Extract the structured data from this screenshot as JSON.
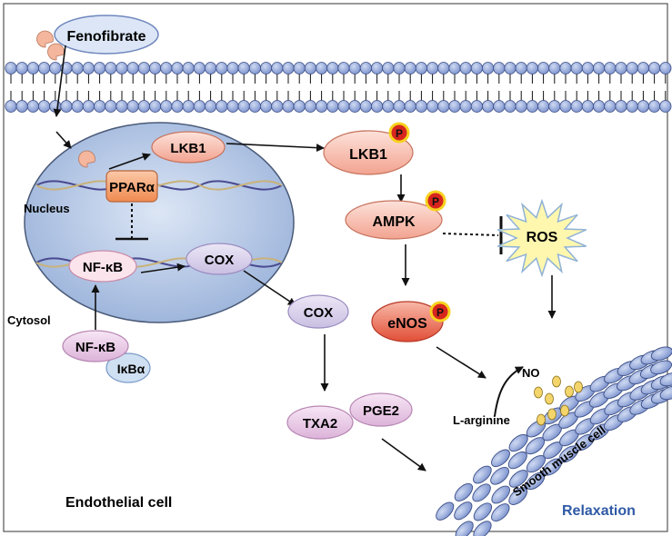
{
  "labels": {
    "fenofibrate": "Fenofibrate",
    "lkb1_nucleus": "LKB1",
    "ppar": "PPARα",
    "nucleus": "Nucleus",
    "nfkb_nucleus": "NF-κB",
    "cox_nucleus": "COX",
    "cytosol": "Cytosol",
    "nfkb_cytosol": "NF-κB",
    "ikba": "IκBα",
    "lkb1_p": "LKB1",
    "ampk": "AMPK",
    "ros": "ROS",
    "cox_cytosol": "COX",
    "enos": "eNOS",
    "txa2": "TXA2",
    "pge2": "PGE2",
    "l_arginine": "L-arginine",
    "no": "NO",
    "smooth_muscle": "Smooth muscle cell",
    "endothelial": "Endothelial cell",
    "relaxation": "Relaxation",
    "phospho": "P"
  },
  "colors": {
    "pink_node": "#f7b7a8",
    "pink_node_dark": "#e8836c",
    "enos_red": "#e85a44",
    "lilac_node": "#e7c4e4",
    "nucleus_blue": "#a9bfe0",
    "membrane_blue": "#8ea3d6",
    "relaxation_blue": "#2f5aa6",
    "ros_yellow": "#fff6a8",
    "phospho_red": "#d7261e",
    "phospho_gold": "#f7d21f"
  }
}
